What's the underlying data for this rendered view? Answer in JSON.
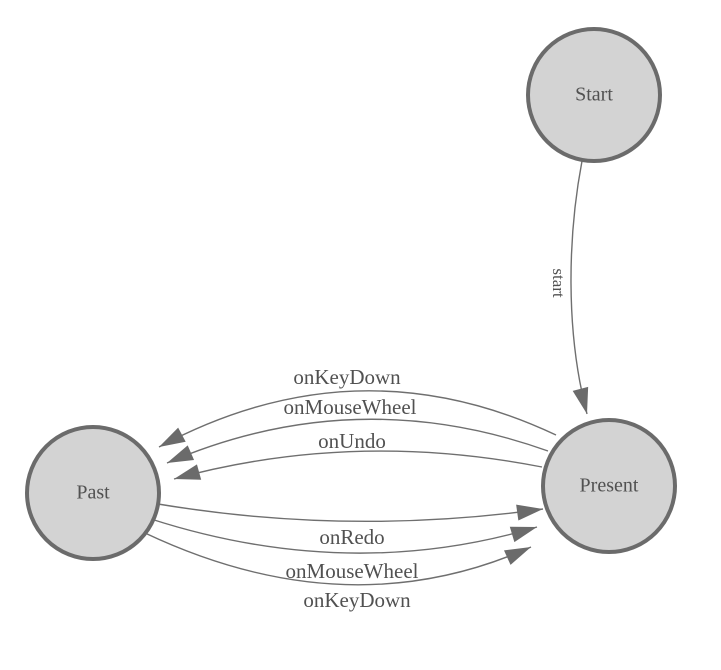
{
  "diagram": {
    "kind": "state-machine",
    "colors": {
      "node_fill": "#d3d3d3",
      "node_stroke": "#6b6b6b",
      "edge_stroke": "#6f6f6f",
      "arrow_fill": "#6b6b6b",
      "label_text": "#515151"
    },
    "nodes": [
      {
        "id": "start",
        "label": "Start"
      },
      {
        "id": "past",
        "label": "Past"
      },
      {
        "id": "present",
        "label": "Present"
      }
    ],
    "edges": [
      {
        "from": "Start",
        "to": "Present",
        "label": "start"
      },
      {
        "from": "Present",
        "to": "Past",
        "label": "onKeyDown"
      },
      {
        "from": "Present",
        "to": "Past",
        "label": "onMouseWheel"
      },
      {
        "from": "Present",
        "to": "Past",
        "label": "onUndo"
      },
      {
        "from": "Past",
        "to": "Present",
        "label": "onRedo"
      },
      {
        "from": "Past",
        "to": "Present",
        "label": "onMouseWheel"
      },
      {
        "from": "Past",
        "to": "Present",
        "label": "onKeyDown"
      }
    ]
  }
}
